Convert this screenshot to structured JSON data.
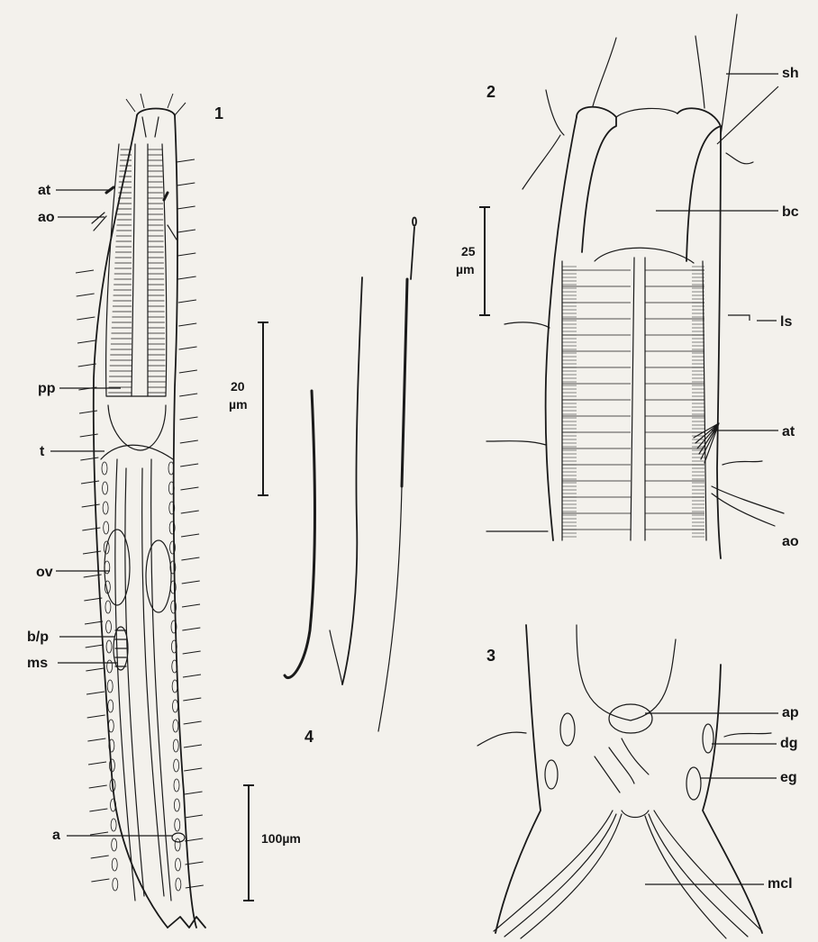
{
  "figures": {
    "fig1": {
      "number": "1",
      "labels": {
        "at": "at",
        "ao": "ao",
        "pp": "pp",
        "t": "t",
        "ov": "ov",
        "bp": "b/p",
        "ms": "ms",
        "a": "a"
      }
    },
    "fig2": {
      "number": "2",
      "labels": {
        "sh": "sh",
        "bc": "bc",
        "ls": "ls",
        "at": "at",
        "ao": "ao"
      }
    },
    "fig3": {
      "number": "3",
      "labels": {
        "ap": "ap",
        "dg": "dg",
        "eg": "eg",
        "mcl": "mcl"
      }
    },
    "fig4": {
      "number": "4"
    }
  },
  "scale_bars": {
    "fig2": {
      "value": "25",
      "unit": "µm"
    },
    "fig4": {
      "value": "20",
      "unit": "µm"
    },
    "fig1": {
      "text": "100µm"
    }
  }
}
